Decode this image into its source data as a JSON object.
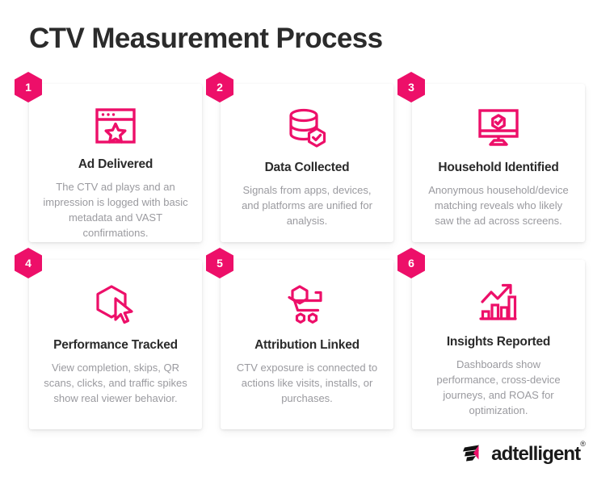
{
  "header": {
    "title": "CTV Measurement Process"
  },
  "theme": {
    "accent": "#ed0f69",
    "title_color": "#2b2b2b",
    "body_color": "#9a9a9f",
    "background": "#ffffff",
    "card_background": "#ffffff"
  },
  "cards": [
    {
      "number": "1",
      "icon": "browser-star-icon",
      "title": "Ad Delivered",
      "body": "The CTV ad plays and an impression is logged with basic metadata and VAST confirmations."
    },
    {
      "number": "2",
      "icon": "database-check-icon",
      "title": "Data Collected",
      "body": "Signals from apps, devices, and platforms are unified for analysis."
    },
    {
      "number": "3",
      "icon": "monitor-shield-check-icon",
      "title": "Household Identified",
      "body": "Anonymous household/device matching reveals who likely saw the ad across screens."
    },
    {
      "number": "4",
      "icon": "hexagon-cursor-icon",
      "title": "Performance Tracked",
      "body": "View completion, skips, QR scans, clicks, and traffic spikes show real viewer behavior."
    },
    {
      "number": "5",
      "icon": "shopping-cart-hexagon-icon",
      "title": "Attribution Linked",
      "body": "CTV exposure is connected to actions like visits, installs, or purchases."
    },
    {
      "number": "6",
      "icon": "bar-chart-trend-up-icon",
      "title": "Insights Reported",
      "body": "Dashboards show performance, cross-device journeys, and ROAS for optimization."
    }
  ],
  "footer": {
    "logo_mark": "adtelligent-arrow-mark",
    "logo_text": "adtelligent",
    "logo_trademark": "®"
  }
}
